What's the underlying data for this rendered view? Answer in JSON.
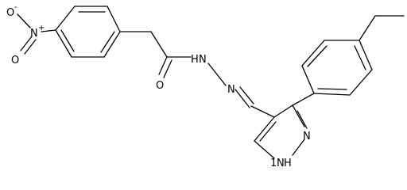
{
  "molecule": {
    "atom_labels": {
      "o_minus": "O",
      "o_minus_charge": "-",
      "n_nitro": "N",
      "n_nitro_charge": "+",
      "o_nitro": "O",
      "o_carbonyl": "O",
      "nh_hydrazide": "H",
      "nh_hydrazide_n": "N",
      "n_imine": "N",
      "n_pyrazole_2": "N",
      "nh_pyrazole": "N",
      "nh_pyrazole_h": "H",
      "nh_pyrazole_num": "1"
    },
    "colors": {
      "bond": "#000000",
      "text": "#000000",
      "background": "#ffffff"
    }
  }
}
